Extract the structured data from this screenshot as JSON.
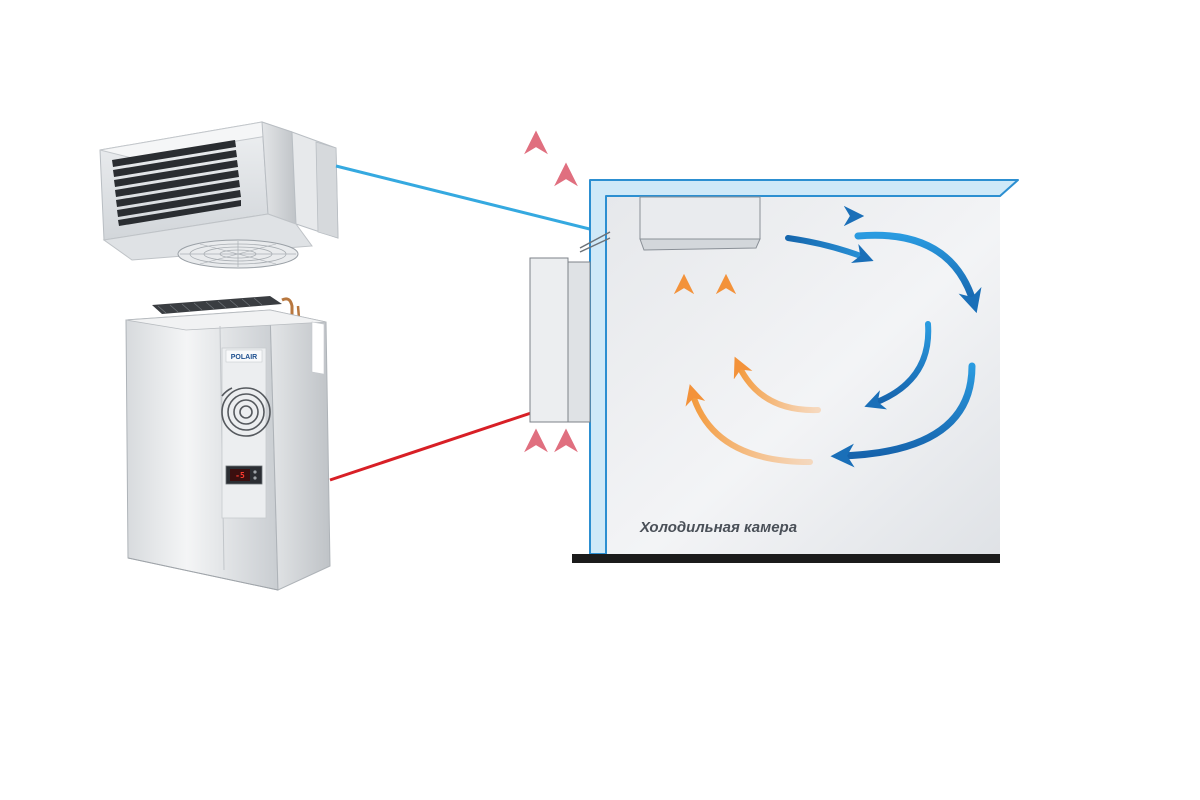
{
  "room": {
    "label": "Холодильная камера"
  },
  "condensing_unit": {
    "brand": "POLAIR",
    "display": "-5"
  },
  "colors": {
    "background": "#ffffff",
    "cold_air": "#1a78c2",
    "warm_air": "#f39a3c",
    "hot_exhaust": "#e07885",
    "suction_line": "#35a9e0",
    "hot_line": "#d81f26",
    "wall_insulation": "#cfe9f8",
    "floor": "#1b1b1b"
  }
}
